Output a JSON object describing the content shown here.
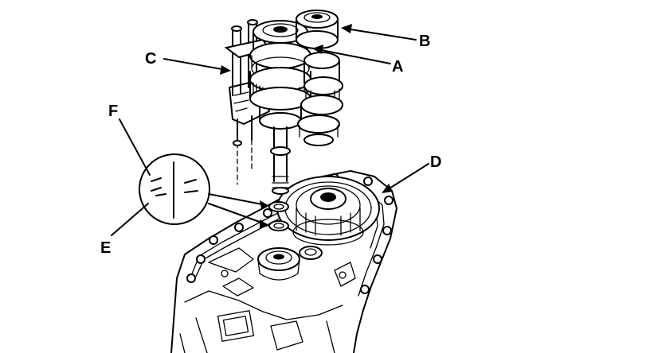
{
  "figure": {
    "callouts": [
      {
        "id": "A",
        "text": "A"
      },
      {
        "id": "B",
        "text": "B"
      },
      {
        "id": "C",
        "text": "C"
      },
      {
        "id": "D",
        "text": "D"
      },
      {
        "id": "E",
        "text": "E"
      },
      {
        "id": "F",
        "text": "F"
      }
    ]
  }
}
